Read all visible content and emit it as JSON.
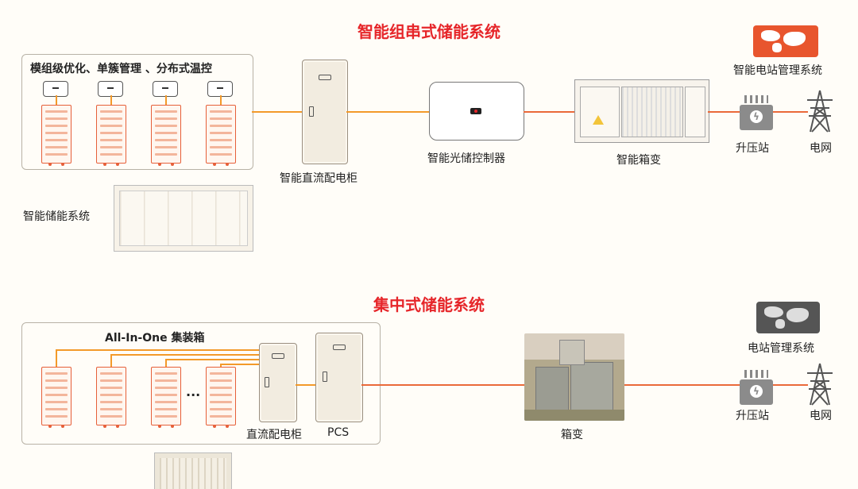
{
  "diagram": {
    "top": {
      "title": "智能组串式储能系统",
      "panel_label": "模组级优化、单簇管理 、分布式温控",
      "storage_label": "智能储能系统",
      "dc_cabinet_label": "智能直流配电柜",
      "controller_label": "智能光储控制器",
      "transformer_label": "智能箱变",
      "mgmt_label": "智能电站管理系统",
      "booster_label": "升压站",
      "grid_label": "电网"
    },
    "bottom": {
      "title": "集中式储能系统",
      "panel_label": "All-In-One 集装箱",
      "ellipsis": "...",
      "dc_cabinet_label": "直流配电柜",
      "pcs_label": "PCS",
      "transformer_label": "箱变",
      "mgmt_label": "电站管理系统",
      "booster_label": "升压站",
      "grid_label": "电网"
    },
    "colors": {
      "title": "#e6262a",
      "line_orange": "#f39a2a",
      "line_red": "#ea6a3a",
      "rack": "#e6603a"
    },
    "icons": [
      "battery-rack-icon",
      "bms-icon",
      "cabinet-icon",
      "inverter-icon",
      "transformer-icon",
      "booster-station-icon",
      "power-tower-icon",
      "world-map-monitor-icon",
      "container-icon"
    ]
  }
}
